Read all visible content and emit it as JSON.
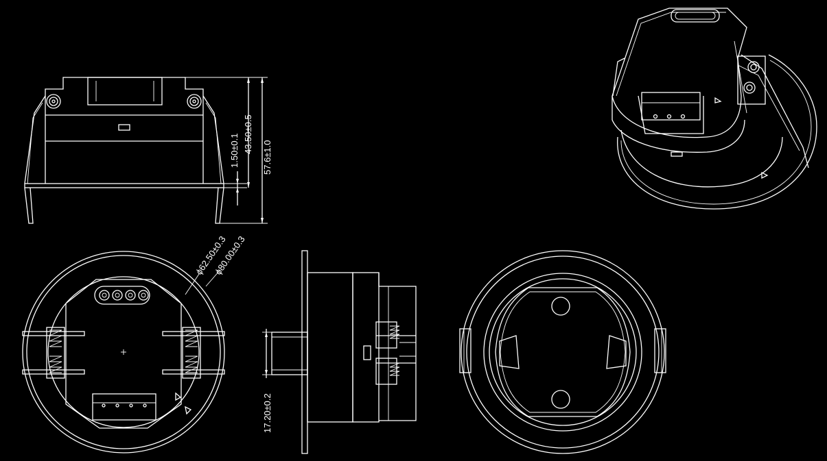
{
  "dimensions": {
    "flange_thickness": "1.50±0.1",
    "body_height": "43.50±0.5",
    "overall_height": "57.6±1.0",
    "inner_diameter": "ϕ62.50±0.3",
    "outer_diameter": "ϕ80.00±0.3",
    "side_depth": "17.20±0.2"
  },
  "colors": {
    "background": "#000000",
    "line": "#ffffff"
  }
}
